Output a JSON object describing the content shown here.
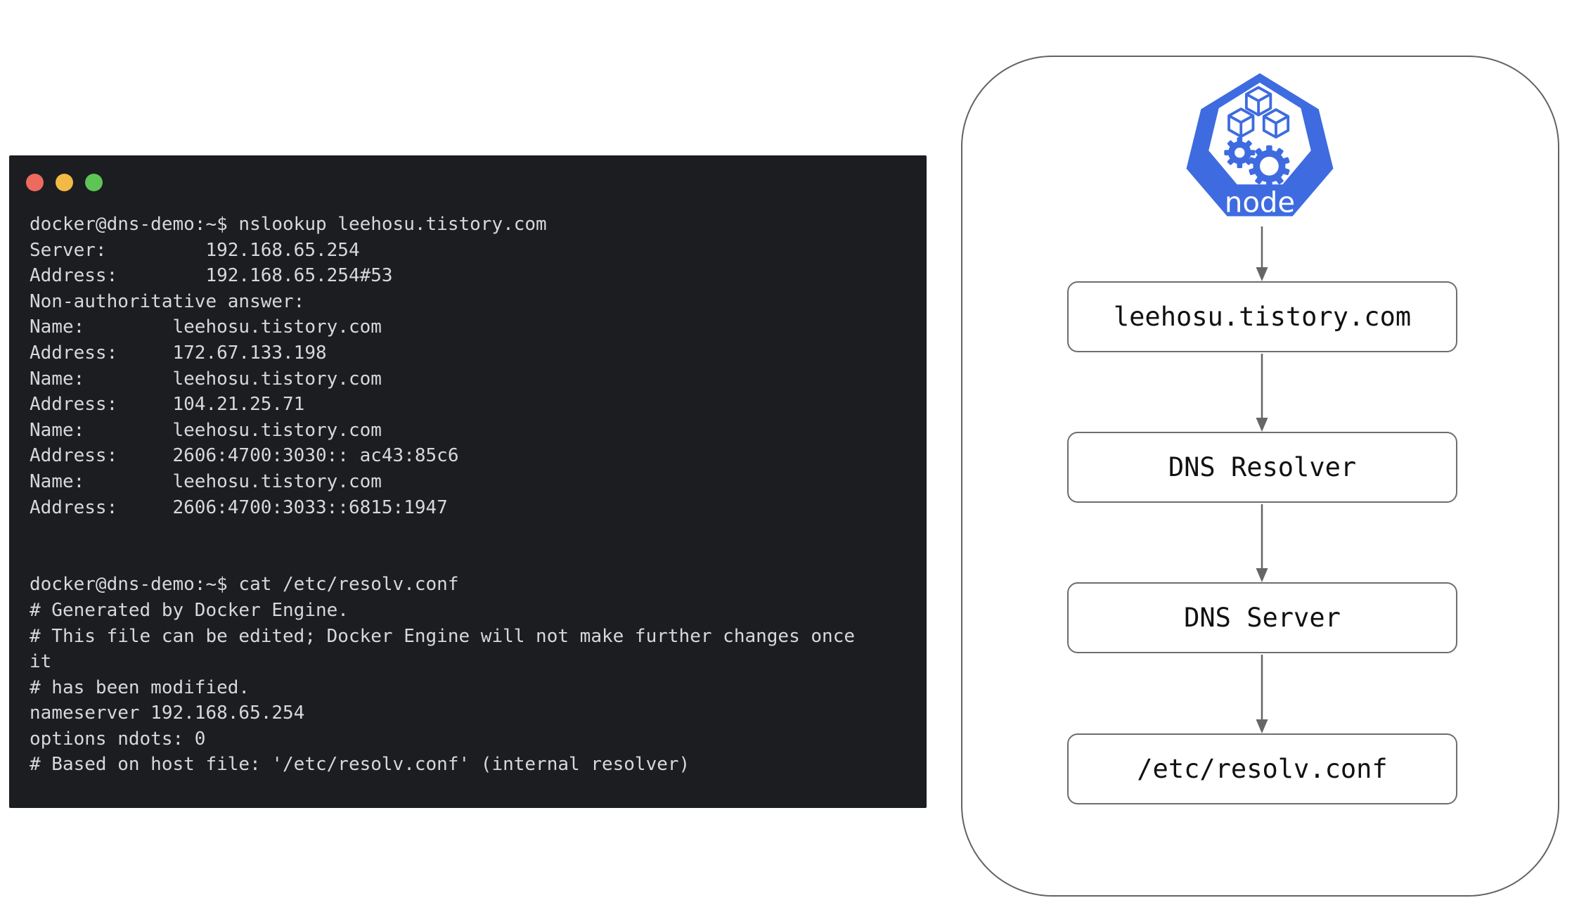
{
  "terminal": {
    "window_buttons": [
      {
        "name": "close",
        "color": "#ed6a5f"
      },
      {
        "name": "minimize",
        "color": "#f2ba45"
      },
      {
        "name": "zoom",
        "color": "#5ec455"
      }
    ],
    "background": "#1b1d21",
    "text_color": "#d8d8d8",
    "lines": [
      "docker@dns-demo:~$ nslookup leehosu.tistory.com",
      "Server:         192.168.65.254",
      "Address:        192.168.65.254#53",
      "Non-authoritative answer:",
      "Name:        leehosu.tistory.com",
      "Address:     172.67.133.198",
      "Name:        leehosu.tistory.com",
      "Address:     104.21.25.71",
      "Name:        leehosu.tistory.com",
      "Address:     2606:4700:3030:: ac43:85c6",
      "Name:        leehosu.tistory.com",
      "Address:     2606:4700:3033::6815:1947",
      "",
      "",
      "docker@dns-demo:~$ cat /etc/resolv.conf",
      "# Generated by Docker Engine.",
      "# This file can be edited; Docker Engine will not make further changes once",
      "it",
      "# has been modified.",
      "nameserver 192.168.65.254",
      "options ndots: 0",
      "# Based on host file: '/etc/resolv.conf' (internal resolver)"
    ]
  },
  "diagram": {
    "node_label": "node",
    "accent_blue": "#3e6be0",
    "border_gray": "#606368",
    "arrow_gray": "#666666",
    "boxes": [
      {
        "label": "leehosu.tistory.com"
      },
      {
        "label": "DNS Resolver"
      },
      {
        "label": "DNS Server"
      },
      {
        "label": "/etc/resolv.conf"
      }
    ]
  }
}
